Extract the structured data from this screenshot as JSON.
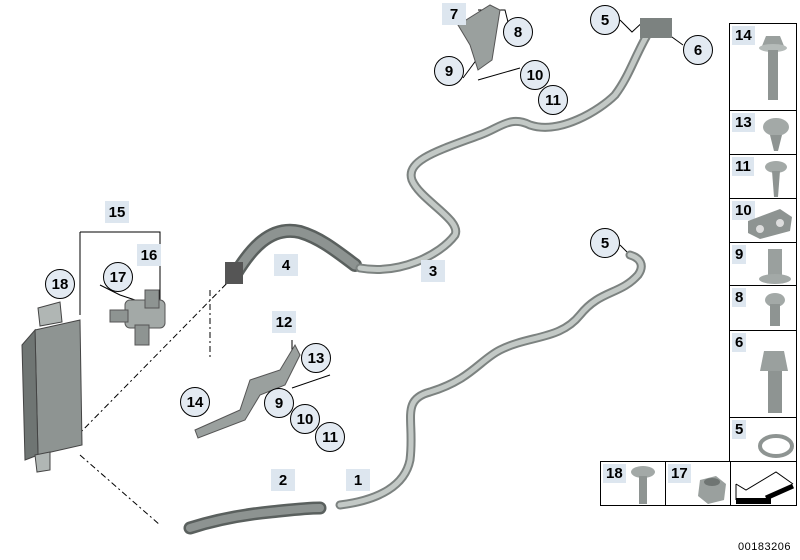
{
  "callouts": {
    "c5a": "5",
    "c6": "6",
    "c8": "8",
    "c9a": "9",
    "c10a": "10",
    "c11a": "11",
    "c5b": "5",
    "c17": "17",
    "c18": "18",
    "c13": "13",
    "c14": "14",
    "c9b": "9",
    "c10b": "10",
    "c11b": "11"
  },
  "tags": {
    "t7": "7",
    "t4": "4",
    "t3": "3",
    "t15": "15",
    "t16": "16",
    "t12": "12",
    "t2": "2",
    "t1": "1"
  },
  "parts_column": [
    "14",
    "13",
    "11",
    "10",
    "9",
    "8",
    "6",
    "5"
  ],
  "parts_bottom": [
    "18",
    "17"
  ],
  "document_number": "00183206",
  "colors": {
    "tube": "#a9b0ad",
    "tube_dark": "#6f7573",
    "callout_bg": "#e3eaf2",
    "tag_bg": "#dde6ef"
  }
}
